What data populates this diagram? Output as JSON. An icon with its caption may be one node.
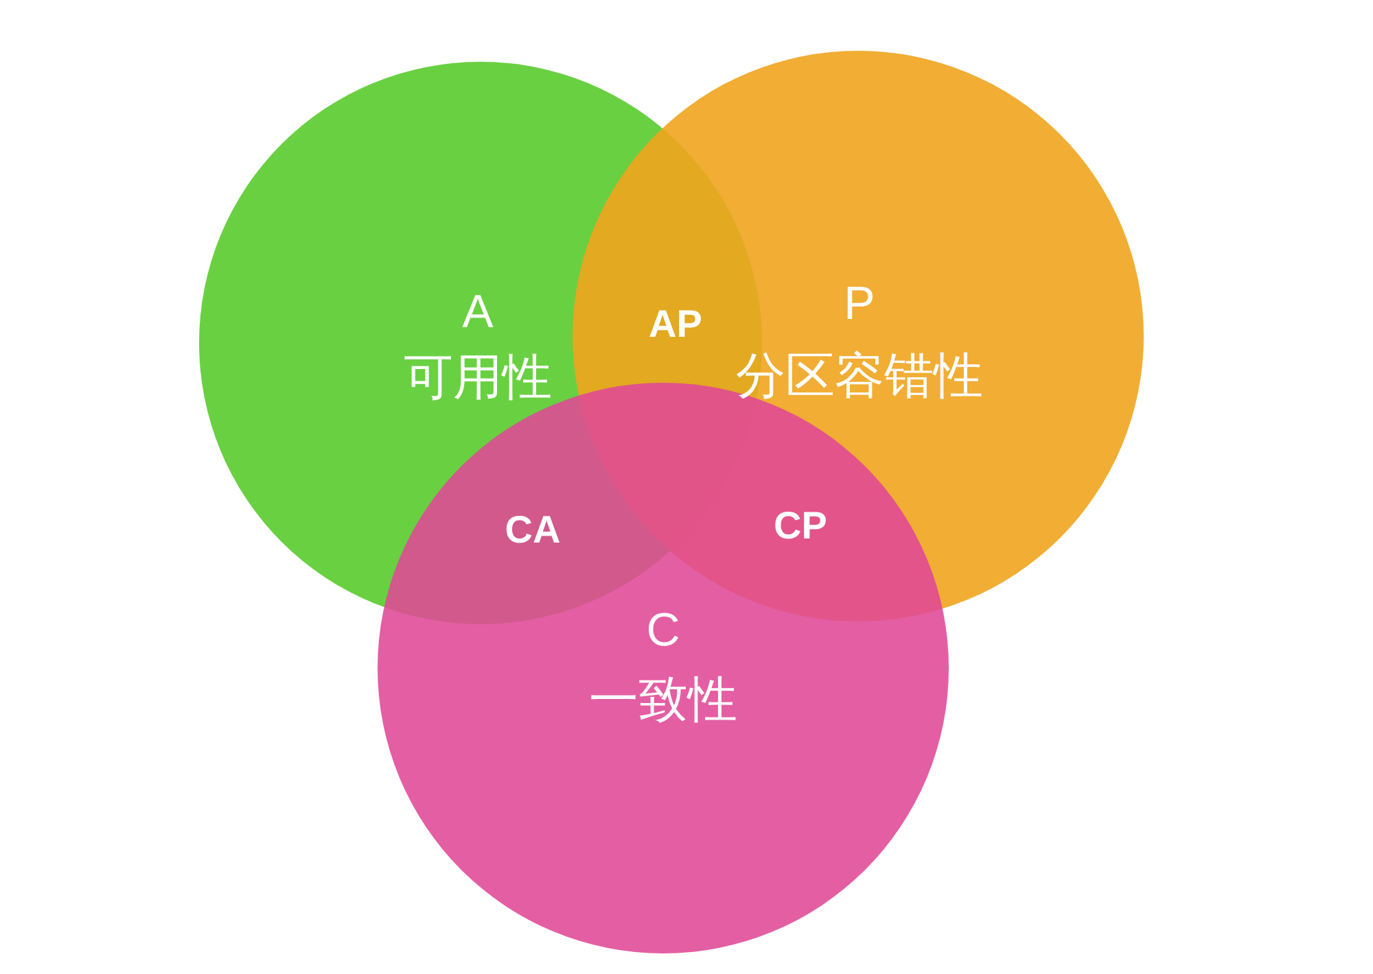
{
  "diagram": {
    "nodes": [
      {
        "text": [
          "A",
          "可用性"
        ]
      },
      {
        "text": [
          "P",
          "分区容错性"
        ]
      },
      {
        "text": [
          "C",
          "一致性"
        ]
      }
    ],
    "labels": [
      "AP",
      "CA",
      "CP"
    ]
  }
}
